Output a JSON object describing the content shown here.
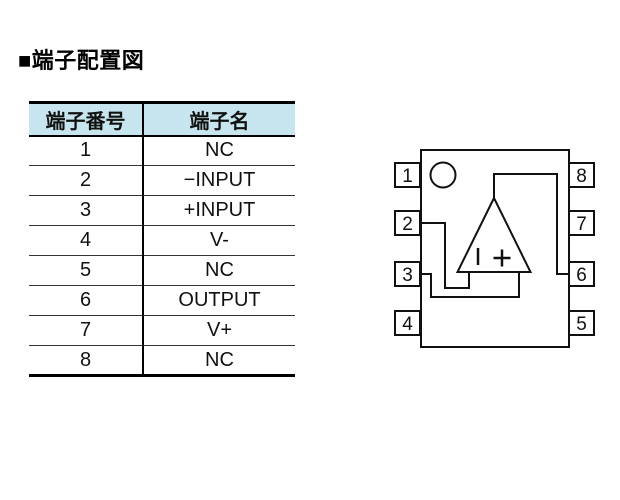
{
  "page": {
    "title": "■端子配置図"
  },
  "colors": {
    "table_header_bg": "#c6e5ef",
    "line_color": "#111111",
    "background": "#ffffff"
  },
  "pin_table": {
    "headers": [
      "端子番号",
      "端子名"
    ],
    "rows": [
      {
        "number": "1",
        "name": "NC"
      },
      {
        "number": "2",
        "name": "−INPUT"
      },
      {
        "number": "3",
        "name": "+INPUT"
      },
      {
        "number": "4",
        "name": "V-"
      },
      {
        "number": "5",
        "name": "NC"
      },
      {
        "number": "6",
        "name": "OUTPUT"
      },
      {
        "number": "7",
        "name": "V+"
      },
      {
        "number": "8",
        "name": "NC"
      }
    ]
  },
  "package_diagram": {
    "left_pins": [
      "1",
      "2",
      "3",
      "4"
    ],
    "right_pins": [
      "8",
      "7",
      "6",
      "5"
    ],
    "opamp_markers": {
      "inverting": "−",
      "non_inverting": "+"
    }
  }
}
